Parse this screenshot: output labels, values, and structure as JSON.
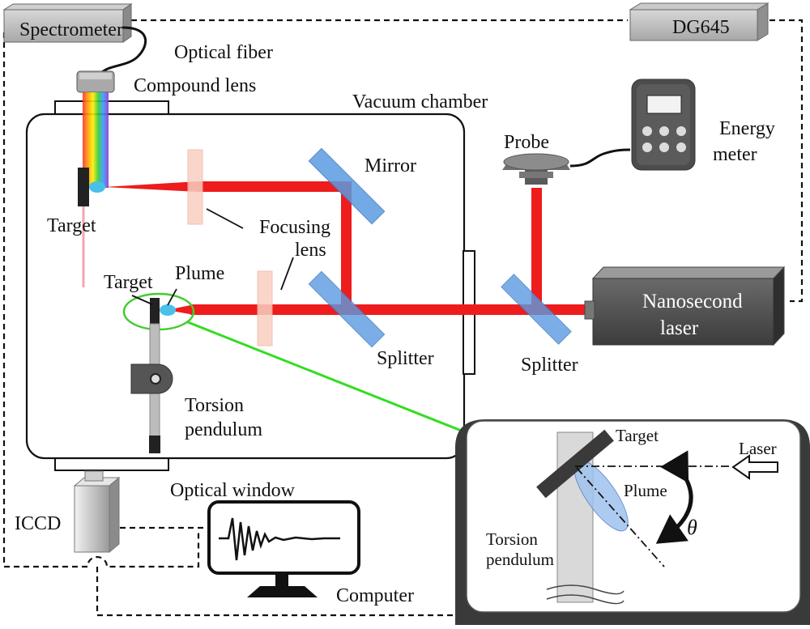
{
  "labels": {
    "spectrometer": "Spectrometer",
    "optical_fiber": "Optical fiber",
    "compound_lens": "Compound lens",
    "vacuum_chamber": "Vacuum chamber",
    "dg645": "DG645",
    "probe": "Probe",
    "energy_meter_1": "Energy",
    "energy_meter_2": "meter",
    "mirror": "Mirror",
    "target_top": "Target",
    "focusing_lens_1": "Focusing",
    "focusing_lens_2": "lens",
    "target_mid": "Target",
    "plume": "Plume",
    "splitter_inner": "Splitter",
    "splitter_outer": "Splitter",
    "laser_1": "Nanosecond",
    "laser_2": "laser",
    "torsion_1": "Torsion",
    "torsion_2": "pendulum",
    "optical_window": "Optical window",
    "iccd": "ICCD",
    "computer": "Computer"
  },
  "inset": {
    "target": "Target",
    "laser": "Laser",
    "plume": "Plume",
    "torsion_1": "Torsion",
    "torsion_2": "pendulum",
    "angle_symbol": "θ"
  },
  "colors": {
    "laser_beam": "#ee1c1c",
    "highlight_circle": "#44cc33",
    "arrow": "#33dd22",
    "splitter": "#5b9be0",
    "plume": "#9fc3ee"
  }
}
